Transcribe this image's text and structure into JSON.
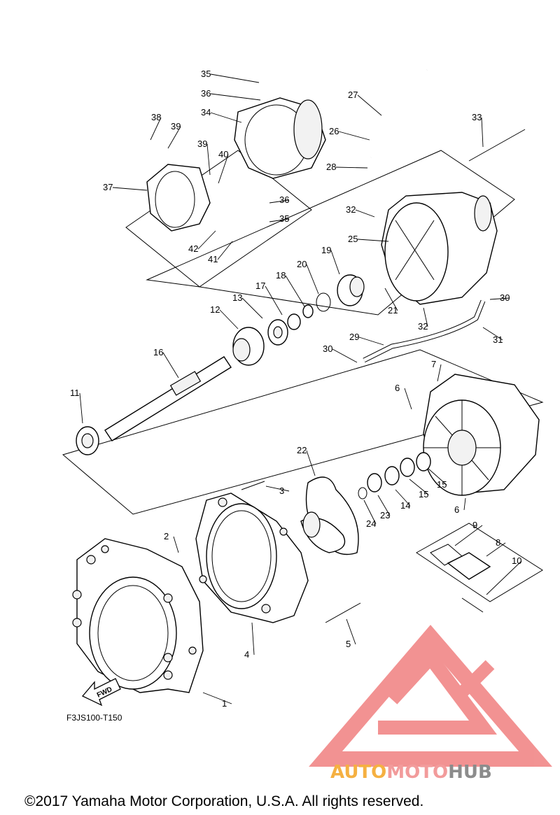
{
  "diagram": {
    "drawing_code": "F3JS100-T150",
    "fwd_label": "FWD",
    "copyright": "©2017 Yamaha Motor Corporation, U.S.A. All rights reserved.",
    "watermark": {
      "part1": "AUTO",
      "part2": "MOTO",
      "part3": "HUB",
      "colors": {
        "auto": "#f5b041",
        "moto": "#f29b9b",
        "hub": "#8c8c8c",
        "logo": "#f08080"
      }
    },
    "callouts": [
      "35",
      "36",
      "34",
      "38",
      "39",
      "39",
      "40",
      "37",
      "36",
      "35",
      "42",
      "41",
      "27",
      "26",
      "28",
      "33",
      "32",
      "25",
      "19",
      "20",
      "18",
      "17",
      "13",
      "12",
      "21",
      "32",
      "30",
      "31",
      "29",
      "30",
      "16",
      "11",
      "7",
      "6",
      "22",
      "3",
      "15",
      "15",
      "14",
      "23",
      "24",
      "6",
      "9",
      "8",
      "10",
      "2",
      "4",
      "5",
      "1"
    ]
  }
}
